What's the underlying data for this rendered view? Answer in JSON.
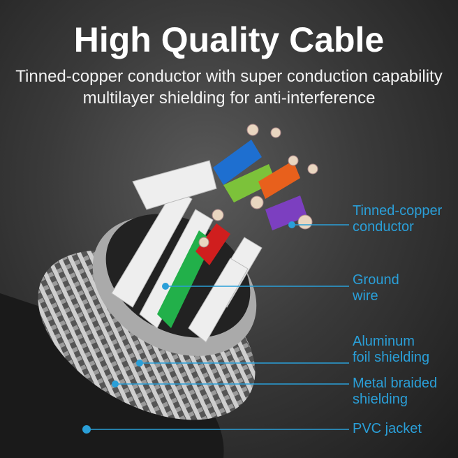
{
  "title": "High Quality Cable",
  "subtitle_line1": "Tinned-copper conductor with super conduction capability",
  "subtitle_line2": "multilayer shielding for anti-interference",
  "labels": {
    "conductor": [
      "Tinned-copper",
      "conductor"
    ],
    "ground": [
      "Ground",
      "wire"
    ],
    "foil": [
      "Aluminum",
      "foil shielding"
    ],
    "braid": [
      "Metal braided",
      "shielding"
    ],
    "jacket": [
      "PVC jacket"
    ]
  },
  "colors": {
    "accent": "#2a9fd8"
  }
}
